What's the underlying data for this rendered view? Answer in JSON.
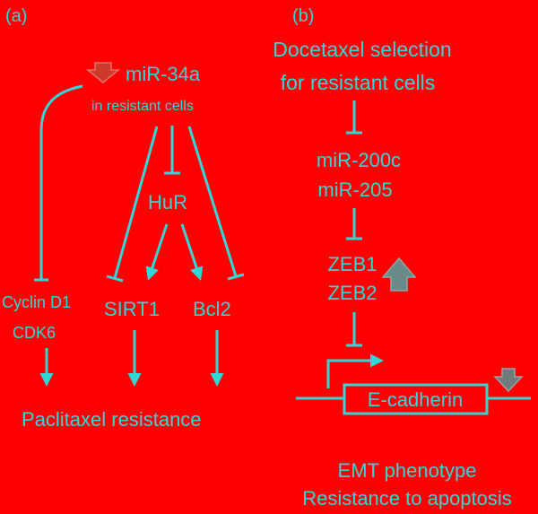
{
  "colors": {
    "background": "#ff0000",
    "ink": "#33d6d6",
    "arrow_down_fill": "#cc3a2a",
    "arrow_down_stroke": "#e07070",
    "arrow_up_fill": "#6a8a8a",
    "arrow_up_stroke": "#8fa7a7",
    "arrow_grey_fill": "#707a7a",
    "arrow_grey_stroke": "#9aa6a6"
  },
  "panel_a": {
    "label": "(a)",
    "mir34a": "miR-34a",
    "resistant_cells": "in resistant cells",
    "hur": "HuR",
    "cyclin_d1": "Cyclin D1",
    "cdk6": "CDK6",
    "sirt1": "SIRT1",
    "bcl2": "Bcl2",
    "outcome": "Paclitaxel resistance",
    "mir34a_arrow_icon": "down-arrow-icon"
  },
  "panel_b": {
    "label": "(b)",
    "selection_line1": "Docetaxel selection",
    "selection_line2": "for resistant cells",
    "mir200c": "miR-200c",
    "mir205": "miR-205",
    "zeb1": "ZEB1",
    "zeb2": "ZEB2",
    "ecadherin": "E-cadherin",
    "outcome_line1": "EMT phenotype",
    "outcome_line2": "Resistance to apoptosis",
    "zeb_arrow_icon": "up-arrow-icon",
    "ecadherin_arrow_icon": "down-arrow-icon"
  }
}
